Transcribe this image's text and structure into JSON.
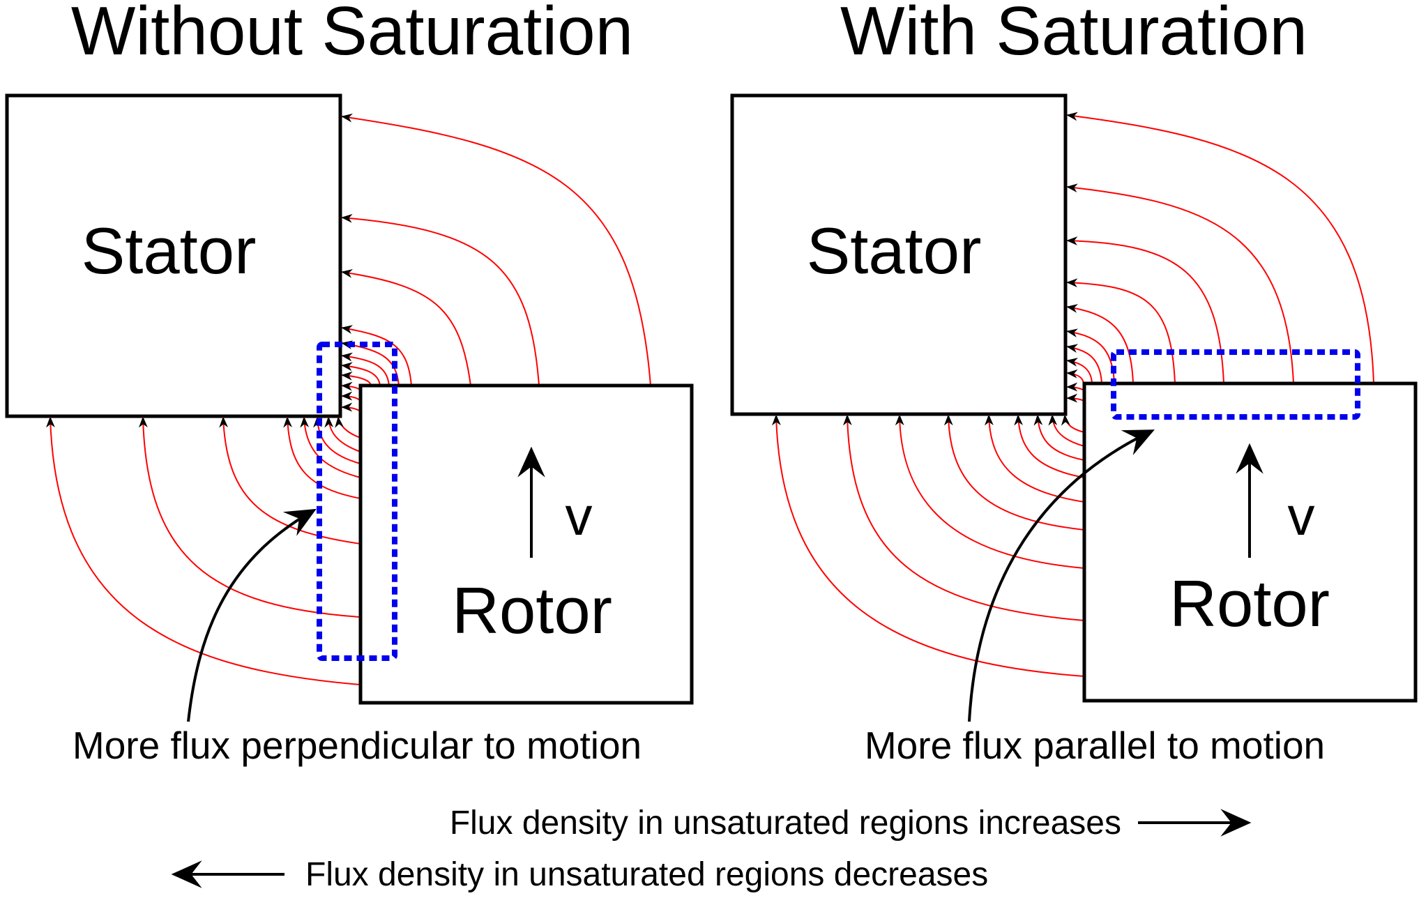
{
  "left_panel": {
    "title": "Without Saturation",
    "stator_label": "Stator",
    "rotor_label": "Rotor",
    "velocity_label": "v",
    "caption": "More flux perpendicular to motion"
  },
  "right_panel": {
    "title": "With Saturation",
    "stator_label": "Stator",
    "rotor_label": "Rotor",
    "velocity_label": "v",
    "caption": "More flux parallel to motion"
  },
  "footer": {
    "increase_text": "Flux density in unsaturated regions increases",
    "decrease_text": "Flux density in unsaturated regions decreases"
  },
  "colors": {
    "flux_lines": "#ff0000",
    "highlight_region": "#0000ee",
    "outline": "#000000"
  }
}
